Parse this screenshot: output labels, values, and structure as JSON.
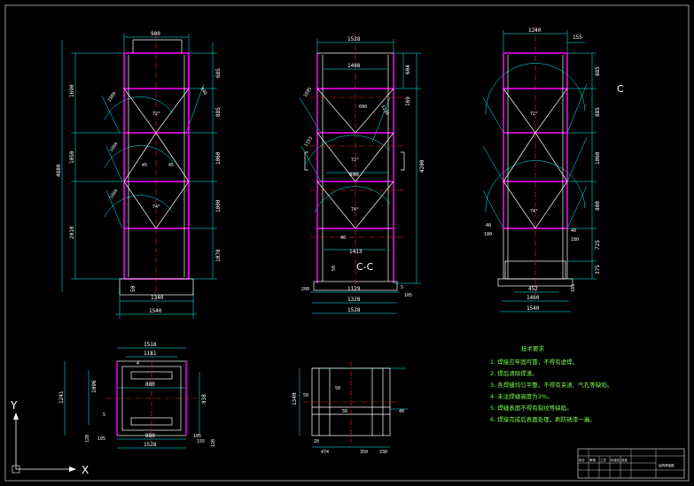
{
  "front_view": {
    "dims_top": "900",
    "dims_left_total": "4880",
    "dims_left": [
      "1690",
      "1050",
      "2010"
    ],
    "dims_right": [
      "685",
      "885",
      "1060",
      "1000",
      "1070"
    ],
    "dims_bottom": [
      "50",
      "1340",
      "1540"
    ],
    "diag_labels": [
      "1080",
      "1094",
      "1094",
      "940"
    ],
    "angle_labels": [
      "72°",
      "45",
      "45",
      "74°"
    ]
  },
  "middle_view": {
    "dims_top": [
      "1528",
      "1408"
    ],
    "dims_right": [
      "604",
      "169",
      "4200"
    ],
    "dims_left": [
      "1095",
      "1353",
      "1230"
    ],
    "inner_labels": [
      "800",
      "1413",
      "600",
      "40",
      "72°",
      "74°"
    ],
    "dims_bottom": [
      "50",
      "200",
      "1129",
      "1328",
      "1528",
      "5",
      "105"
    ],
    "section_label": "C-C"
  },
  "right_view": {
    "dims_top": [
      "1240",
      "155"
    ],
    "dims_right": [
      "885",
      "885",
      "1060",
      "880",
      "725",
      "375"
    ],
    "dims_left": [
      "40",
      "180",
      "40",
      "180"
    ],
    "dims_bottom": [
      "452",
      "1460",
      "1540",
      "105"
    ],
    "section_mark": "C",
    "angle_labels": [
      "72°",
      "74°"
    ]
  },
  "plan_view_1": {
    "dims_top": [
      "1518",
      "1181"
    ],
    "dims_left": [
      "1241",
      "1096",
      "5",
      "120",
      "105"
    ],
    "dims_inner": [
      "4",
      "880",
      "880",
      "1528",
      "838"
    ],
    "dims_bottom": [
      "105",
      "155",
      "120"
    ]
  },
  "plan_view_2": {
    "dims_left": [
      "50",
      "1340",
      "50",
      "20"
    ],
    "dims_right": [
      "50",
      "40"
    ],
    "dims_bottom": [
      "474",
      "350",
      "330"
    ]
  },
  "notes": {
    "heading": "技术要求",
    "items": [
      "1. 焊接应牢固可靠，不得有虚焊。",
      "2. 焊后清除焊渣。",
      "3. 各焊缝均匀平整，不得有夹渣、气孔等缺陷。",
      "4. 未注焊缝高度为3%。",
      "5. 焊缝表面不得有裂纹等缺陷。",
      "6. 焊接完成后表面处理，刷防锈漆一遍。"
    ]
  },
  "title_block": {
    "cells": [
      "设计",
      "审核",
      "工艺",
      "标准化",
      "批准",
      "结构焊接图"
    ]
  },
  "ucs": {
    "x_label": "X",
    "y_label": "Y"
  },
  "colors": {
    "frame": "#ff00ff",
    "dims": "#00ffff",
    "notes": "#7cff4c",
    "center": "#ff2020",
    "outline": "#ffff00",
    "white": "#ffffff"
  }
}
